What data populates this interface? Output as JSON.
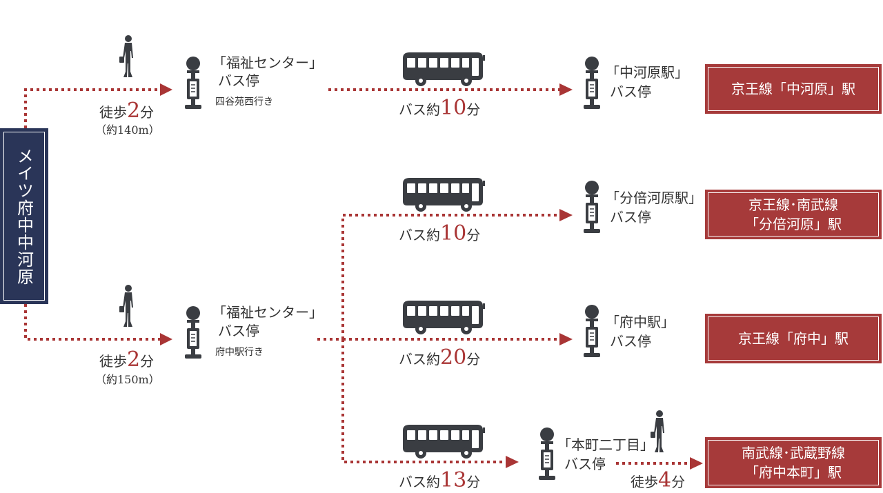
{
  "origin": {
    "name": "メイツ府中中河原"
  },
  "colors": {
    "route": "#a93535",
    "origin_bg": "#2a3558",
    "station_bg": "#a63a3a",
    "icon": "#3a3d42"
  },
  "routes": [
    {
      "walk": {
        "prefix": "徒歩",
        "minutes": "2",
        "unit": "分",
        "distance": "（約140m）"
      },
      "stop": {
        "name": "「福祉センター」",
        "suffix": "バス停",
        "direction": "四谷苑西行き"
      }
    },
    {
      "walk": {
        "prefix": "徒歩",
        "minutes": "2",
        "unit": "分",
        "distance": "（約150m）"
      },
      "stop": {
        "name": "「福祉センター」",
        "suffix": "バス停",
        "direction": "府中駅行き"
      }
    }
  ],
  "bus_legs": [
    {
      "prefix": "バス約",
      "minutes": "10",
      "unit": "分"
    },
    {
      "prefix": "バス約",
      "minutes": "10",
      "unit": "分"
    },
    {
      "prefix": "バス約",
      "minutes": "20",
      "unit": "分"
    },
    {
      "prefix": "バス約",
      "minutes": "13",
      "unit": "分"
    }
  ],
  "destination_stops": [
    {
      "name": "「中河原駅」",
      "suffix": "バス停"
    },
    {
      "name": "「分倍河原駅」",
      "suffix": "バス停"
    },
    {
      "name": "「府中駅」",
      "suffix": "バス停"
    },
    {
      "name": "「本町二丁目」",
      "suffix": "バス停"
    }
  ],
  "final_walk": {
    "prefix": "徒歩",
    "minutes": "4",
    "unit": "分"
  },
  "stations": [
    {
      "line1": "京王線「中河原」駅",
      "line2": ""
    },
    {
      "line1": "京王線･南武線",
      "line2": "「分倍河原」駅"
    },
    {
      "line1": "京王線「府中」駅",
      "line2": ""
    },
    {
      "line1": "南武線･武蔵野線",
      "line2": "「府中本町」駅"
    }
  ]
}
